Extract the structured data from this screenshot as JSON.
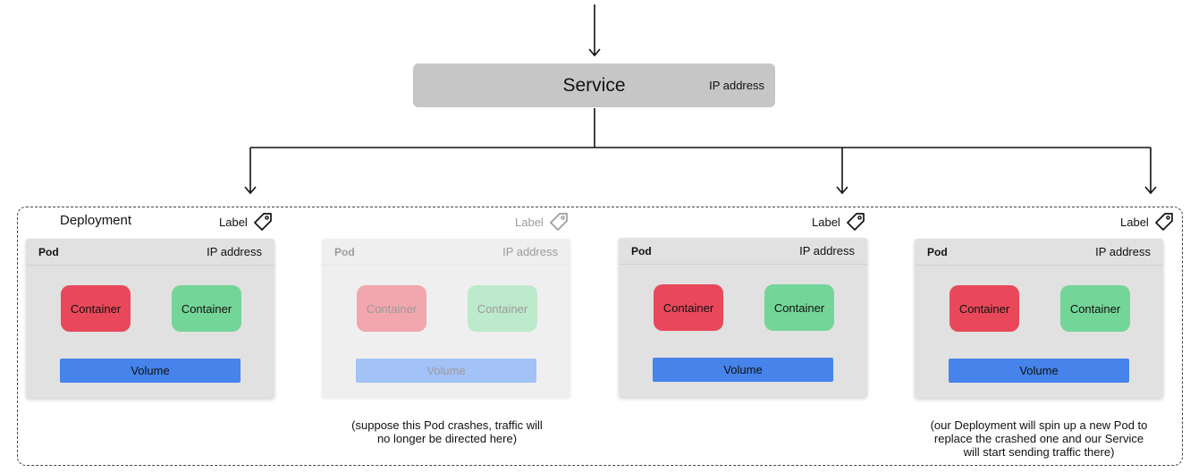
{
  "service": {
    "name": "Service",
    "ip": "IP address"
  },
  "deployment": {
    "title": "Deployment"
  },
  "pods": [
    {
      "name": "Pod",
      "ip": "IP address",
      "label": "Label",
      "containers": [
        "Container",
        "Container"
      ],
      "volume": "Volume",
      "state": "running"
    },
    {
      "name": "Pod",
      "ip": "IP address",
      "label": "Label",
      "containers": [
        "Container",
        "Container"
      ],
      "volume": "Volume",
      "state": "crashed"
    },
    {
      "name": "Pod",
      "ip": "IP address",
      "label": "Label",
      "containers": [
        "Container",
        "Container"
      ],
      "volume": "Volume",
      "state": "running"
    },
    {
      "name": "Pod",
      "ip": "IP address",
      "label": "Label",
      "containers": [
        "Container",
        "Container"
      ],
      "volume": "Volume",
      "state": "running"
    }
  ],
  "notes": {
    "crash": "(suppose this Pod crashes, traffic will no longer be directed here)",
    "replace": "(our Deployment will spin up a new Pod to replace the crashed one and our Service will start sending traffic there)"
  },
  "icons": {
    "label": "tag-icon",
    "arrow": "arrow-down-icon"
  },
  "colors": {
    "service": "#c6c6c6",
    "pod": "#e1e1e1",
    "container_red": "#e8485a",
    "container_green": "#74d598",
    "volume": "#4683ea"
  }
}
